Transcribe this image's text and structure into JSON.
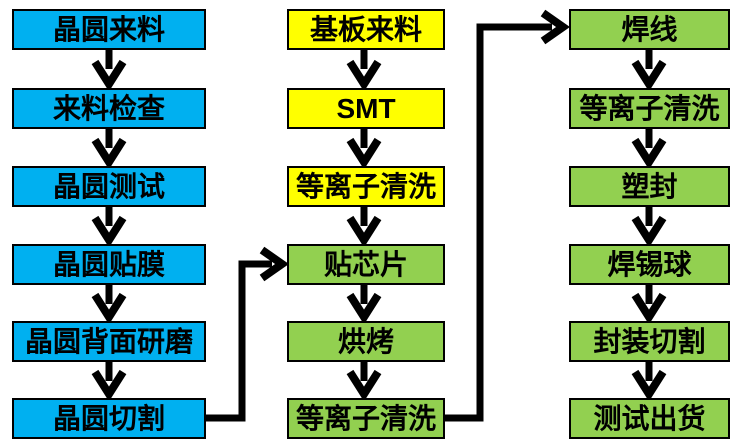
{
  "colors": {
    "blue": "#00B0F0",
    "yellow": "#FFFF00",
    "green": "#92D050",
    "black": "#000000",
    "white": "#FFFFFF"
  },
  "columns": [
    {
      "boxes": [
        {
          "label": "晶圆来料",
          "color": "blue"
        },
        {
          "label": "来料检查",
          "color": "blue"
        },
        {
          "label": "晶圆测试",
          "color": "blue"
        },
        {
          "label": "晶圆贴膜",
          "color": "blue"
        },
        {
          "label": "晶圆背面研磨",
          "color": "blue"
        },
        {
          "label": "晶圆切割",
          "color": "blue"
        }
      ]
    },
    {
      "boxes": [
        {
          "label": "基板来料",
          "color": "yellow"
        },
        {
          "label": "SMT",
          "color": "yellow"
        },
        {
          "label": "等离子清洗",
          "color": "yellow"
        },
        {
          "label": "贴芯片",
          "color": "green"
        },
        {
          "label": "烘烤",
          "color": "green"
        },
        {
          "label": "等离子清洗",
          "color": "green"
        }
      ]
    },
    {
      "boxes": [
        {
          "label": "焊线",
          "color": "green"
        },
        {
          "label": "等离子清洗",
          "color": "green"
        },
        {
          "label": "塑封",
          "color": "green"
        },
        {
          "label": "焊锡球",
          "color": "green"
        },
        {
          "label": "封装切割",
          "color": "green"
        },
        {
          "label": "测试出货",
          "color": "green"
        }
      ]
    }
  ],
  "connectors": [
    {
      "from": "晶圆切割",
      "to": "贴芯片"
    },
    {
      "from": "等离子清洗",
      "to": "焊线"
    }
  ]
}
